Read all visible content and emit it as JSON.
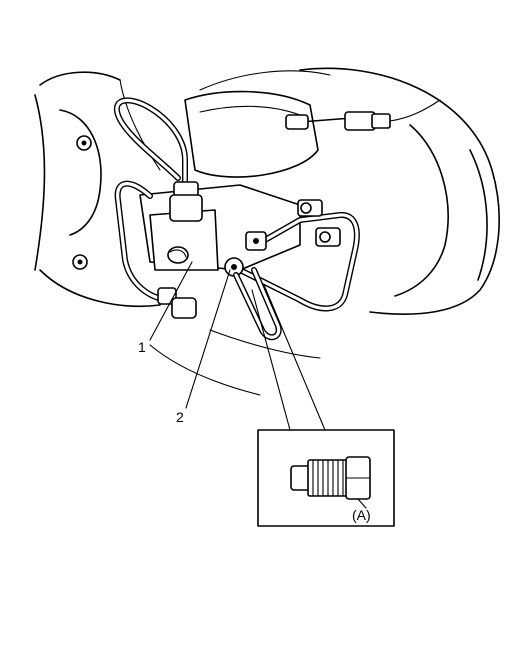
{
  "callouts": {
    "part_1": "1",
    "part_2": "2",
    "detail_a": "(A)"
  }
}
